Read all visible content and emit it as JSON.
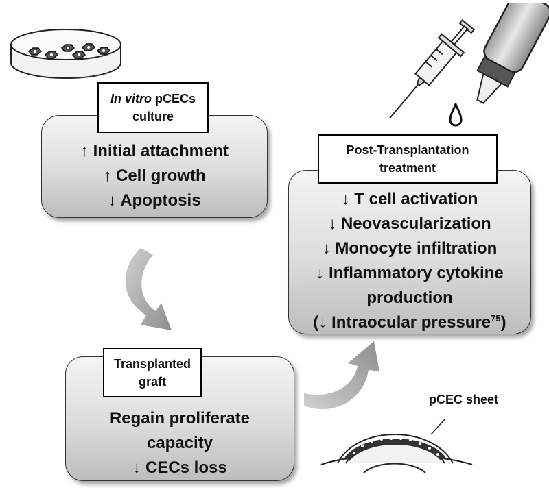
{
  "culture": {
    "label_italic": "In vitro",
    "label_rest": " pCECs",
    "label_line2": "culture",
    "effects": [
      {
        "sym": "↑",
        "text": " Initial attachment"
      },
      {
        "sym": "↑",
        "text": " Cell growth"
      },
      {
        "sym": "↓",
        "text": " Apoptosis"
      }
    ]
  },
  "treatment": {
    "label_line1": "Post-Transplantation",
    "label_line2": "treatment",
    "effects": [
      {
        "sym": "↓",
        "text": " T cell activation"
      },
      {
        "sym": "↓",
        "text": " Neovascularization"
      },
      {
        "sym": "↓",
        "text": " Monocyte infiltration"
      },
      {
        "sym": "↓",
        "text": " Inflammatory cytokine"
      },
      {
        "sym": "",
        "text": "production"
      }
    ],
    "last_line_prefix": "(",
    "last_line_sym": "↓",
    "last_line_text": " Intraocular pressure",
    "last_line_ref": "75",
    "last_line_suffix": ")"
  },
  "graft": {
    "label_line1": "Transplanted",
    "label_line2": "graft",
    "effects": [
      {
        "sym": "",
        "text": "Regain proliferate"
      },
      {
        "sym": "",
        "text": "capacity"
      },
      {
        "sym": "↓",
        "text": " CECs loss"
      }
    ]
  },
  "sheet_label": "pCEC sheet",
  "icons": [
    "petri-dish-icon",
    "syringe-icon",
    "dropper-bottle-icon",
    "drop-icon",
    "eye-cornea-icon",
    "curved-arrow-icon"
  ]
}
